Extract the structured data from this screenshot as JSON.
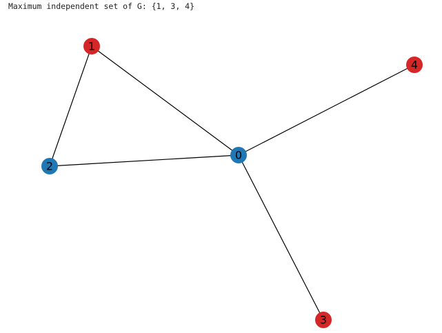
{
  "caption": "Maximum independent set of G: {1, 3, 4}",
  "graph": {
    "nodes": [
      {
        "id": "0",
        "label": "0",
        "in_set": false
      },
      {
        "id": "1",
        "label": "1",
        "in_set": true
      },
      {
        "id": "2",
        "label": "2",
        "in_set": false
      },
      {
        "id": "3",
        "label": "3",
        "in_set": true
      },
      {
        "id": "4",
        "label": "4",
        "in_set": true
      }
    ],
    "edges": [
      [
        "1",
        "2"
      ],
      [
        "1",
        "0"
      ],
      [
        "2",
        "0"
      ],
      [
        "0",
        "4"
      ],
      [
        "0",
        "3"
      ]
    ],
    "colors": {
      "in_set": "#d62728",
      "not_in_set": "#1f77b4",
      "edge": "#000000"
    }
  }
}
